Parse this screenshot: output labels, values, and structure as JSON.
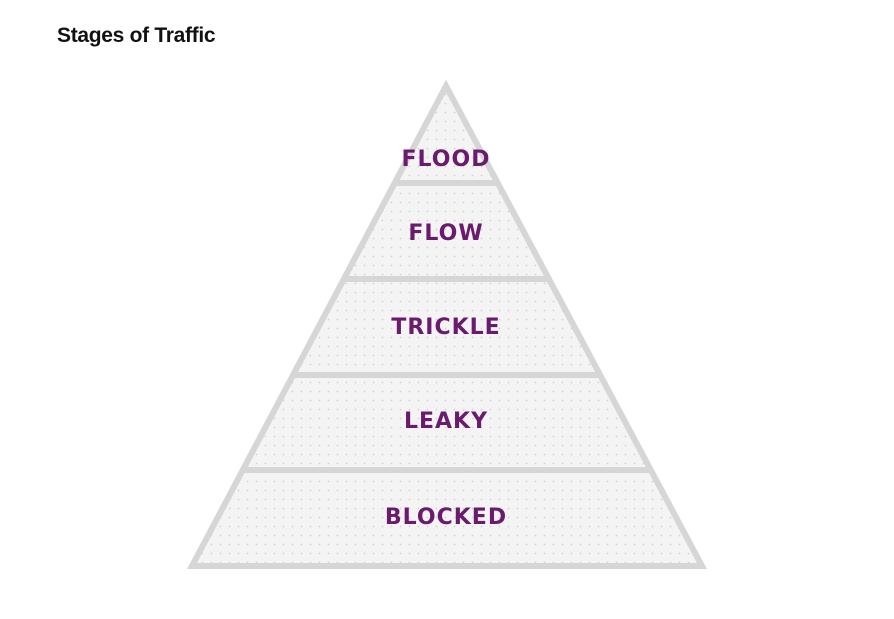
{
  "title": "Stages of Traffic",
  "colors": {
    "outline": "#d6d6d6",
    "fill": "#f4f4f4",
    "dots": "#d3d3d3",
    "label": "#6a1b6e"
  },
  "levels": [
    {
      "label": "FLOOD"
    },
    {
      "label": "FLOW"
    },
    {
      "label": "TRICKLE"
    },
    {
      "label": "LEAKY"
    },
    {
      "label": "BLOCKED"
    }
  ]
}
